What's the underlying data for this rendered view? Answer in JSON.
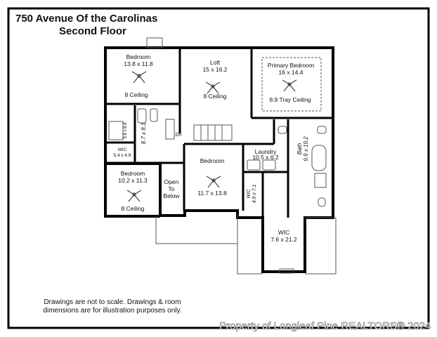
{
  "header": {
    "address": "750 Avenue Of the Carolinas",
    "floor": "Second Floor"
  },
  "rooms": {
    "bedroom_nw": {
      "name": "Bedroom",
      "dims": "13.8 x 11.8",
      "ceiling": "8 Ceiling"
    },
    "loft": {
      "name": "Loft",
      "dims": "15 x 16.2",
      "ceiling": "8 Ceiling"
    },
    "primary": {
      "name": "Primary Bedroom",
      "dims": "16 x 14.4",
      "ceiling": "8.9 Tray Ceiling"
    },
    "bath_small_a": {
      "dims": "5.8 x 6.8"
    },
    "bath_hall": {
      "dims": "8.7 x 8.1"
    },
    "wic_small": {
      "name": "WIC",
      "dims": "5.4 x 4.8"
    },
    "bedroom_sw": {
      "name": "Bedroom",
      "dims": "10.2 x 11.3",
      "ceiling": "8 Ceiling"
    },
    "open_below": {
      "line1": "Open",
      "line2": "To",
      "line3": "Below"
    },
    "bedroom_center": {
      "name": "Bedroom",
      "dims": "11.7 x 13.8"
    },
    "laundry": {
      "name": "Laundry",
      "dims": "10.5 x 6.2"
    },
    "bath_primary": {
      "name": "Bath",
      "dims": "9.9 x 19.2"
    },
    "wic_mid": {
      "name": "WIC",
      "dims": "4.9 x 7.1"
    },
    "wic_large": {
      "name": "WIC",
      "dims": "7.6 x 21.2"
    },
    "stairs": {
      "label": "Dn"
    }
  },
  "disclaimer": {
    "line1": "Drawings are not to scale. Drawings & room",
    "line2": "dimensions are for illustration purposes only."
  },
  "watermark": "Property of Longleaf Pine REALTORS® 2024",
  "colors": {
    "wall": "#000000",
    "line": "#555555",
    "background": "#ffffff"
  }
}
